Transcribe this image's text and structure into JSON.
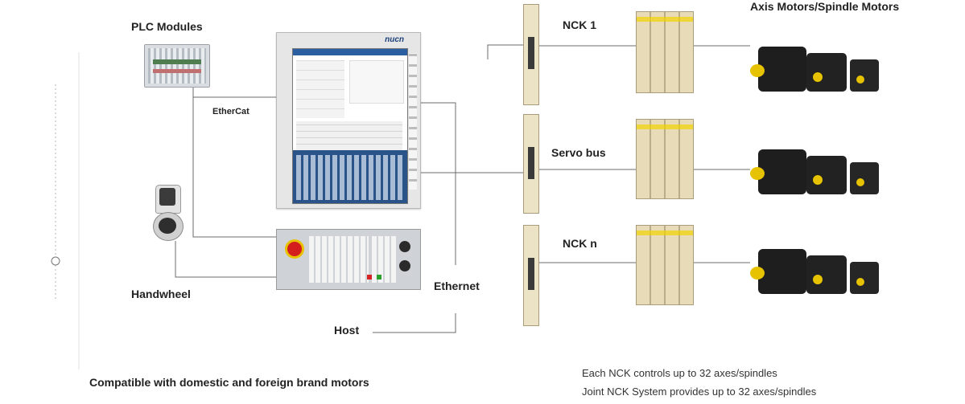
{
  "labels": {
    "plc_modules": "PLC Modules",
    "ethercat": "EtherCat",
    "handwheel": "Handwheel",
    "ethernet": "Ethernet",
    "host": "Host",
    "nck1": "NCK 1",
    "servo_bus": "Servo bus",
    "nckn": "NCK n",
    "axis_motors": "Axis Motors/Spindle Motors",
    "brand_logo": "nucn"
  },
  "notes": {
    "compatible": "Compatible with domestic and foreign brand motors",
    "each_nck": "Each NCK controls up to 32 axes/spindles",
    "joint_nck": "Joint NCK System provides up to 32 axes/spindles"
  },
  "colors": {
    "line": "#6b6b6b",
    "panel": "#e8e8e8",
    "screen": "#1f4f8c",
    "motor": "#1e1e1e",
    "shaft": "#e6c200",
    "module": "#e8dcb8"
  }
}
